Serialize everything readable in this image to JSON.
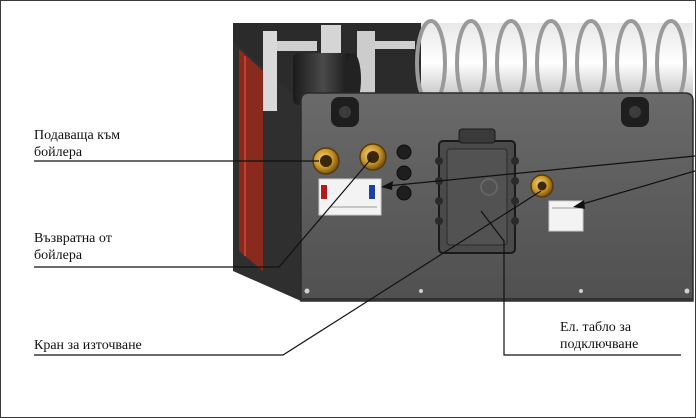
{
  "labels": {
    "supply_line1": "Подаваща към",
    "supply_line2": "бойлера",
    "return_line1": "Възвратна от",
    "return_line2": "бойлера",
    "drain_valve": "Кран за източване",
    "panel_line1": "Ел. табло за",
    "panel_line2": "подключване"
  },
  "colors": {
    "panel": "#5a5a5a",
    "panel_dark": "#3c3c3c",
    "brass": "#c8962a",
    "red_marker": "#b01c1c",
    "blue_marker": "#1c3fa8",
    "frame": "#3a3a3a"
  },
  "icons": [
    "fitting-icon",
    "cable-gland-icon",
    "bolt-icon"
  ]
}
